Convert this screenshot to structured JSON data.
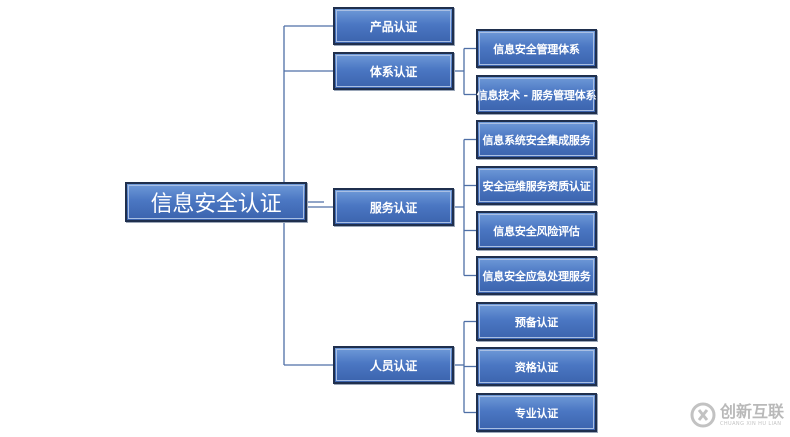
{
  "diagram": {
    "root": "信息安全认证",
    "branches": [
      {
        "label": "产品认证",
        "children": []
      },
      {
        "label": "体系认证",
        "children": [
          "信息安全管理体系",
          "信息技术 - 服务管理体系"
        ]
      },
      {
        "label": "服务认证",
        "children": [
          "信息系统安全集成服务",
          "安全运维服务资质认证",
          "信息安全风险评估",
          "信息安全应急处理服务"
        ]
      },
      {
        "label": "人员认证",
        "children": [
          "预备认证",
          "资格认证",
          "专业认证"
        ]
      }
    ],
    "colors": {
      "node_fill": "#4b77c3",
      "node_border": "#1f2f4d",
      "connector": "#4f6fa6",
      "text": "#ffffff"
    }
  },
  "watermark": {
    "text": "创新互联",
    "subtext": "CHUANG XIN HU LIAN",
    "icon": "chuangxin-logo-icon"
  }
}
